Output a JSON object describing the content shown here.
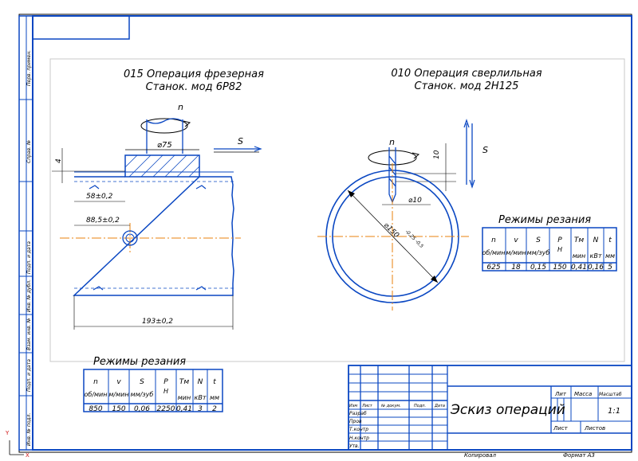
{
  "milling": {
    "title_line1": "015 Операция фрезерная",
    "title_line2": "Станок. мод 6Р82",
    "label_n": "n",
    "label_s": "S",
    "dim_cutter": "⌀75",
    "dim_depth": "4",
    "dim_58": "58±0,2",
    "dim_88": "88,5±0,2",
    "dim_193": "193±0,2",
    "modes_title": "Режимы резания",
    "modes_headers": [
      {
        "top": "n",
        "bottom": "об/мин"
      },
      {
        "top": "v",
        "bottom": "м/мин"
      },
      {
        "top": "S",
        "bottom": "мм/зуб"
      },
      {
        "top": "P",
        "bottom": "Н"
      },
      {
        "top": "Tм",
        "bottom": "мин"
      },
      {
        "top": "N",
        "bottom": "кВт"
      },
      {
        "top": "t",
        "bottom": "мм"
      }
    ],
    "modes_values": [
      "850",
      "150",
      "0,06",
      "2250",
      "0,41",
      "3",
      "2"
    ]
  },
  "drilling": {
    "title_line1": "010 Операция сверлильная",
    "title_line2": "Станок. мод 2Н125",
    "label_n": "n",
    "label_s": "S",
    "dim_drill": "⌀10",
    "dim_10": "10",
    "dim_outer": "⌀150",
    "dim_outer_tol": "-0,25 -0,5",
    "modes_title": "Режимы резания",
    "modes_headers": [
      {
        "top": "n",
        "bottom": "об/мин"
      },
      {
        "top": "v",
        "bottom": "м/мин"
      },
      {
        "top": "S",
        "bottom": "мм/зуб"
      },
      {
        "top": "P",
        "bottom": "Н"
      },
      {
        "top": "Tм",
        "bottom": "мин"
      },
      {
        "top": "N",
        "bottom": "кВт"
      },
      {
        "top": "t",
        "bottom": "мм"
      }
    ],
    "modes_values": [
      "625",
      "18",
      "0,15",
      "150",
      "0,41",
      "0,16",
      "5"
    ]
  },
  "title_block": {
    "doc_title": "Эскиз операций",
    "col_headers": [
      "Изм",
      "Лист",
      "№ докум.",
      "Подп.",
      "Дата"
    ],
    "rows": [
      "Разраб",
      "Пров",
      "Т.контр",
      "Н.контр",
      "Утв."
    ],
    "lit": "Лит",
    "mass": "Масса",
    "scale": "Масштаб",
    "scale_value": "1:1",
    "sheet": "Лист",
    "sheets": "Листов",
    "copied": "Копировал",
    "format": "Формат   А3"
  },
  "side_strip": [
    "Перв. примен.",
    "Справ. №",
    "Подп. и дата",
    "Инв. № дубл.",
    "Взам. инв. №",
    "Подп. и дата",
    "Инв. № подл."
  ],
  "axis_y": "Y",
  "axis_x": "X"
}
